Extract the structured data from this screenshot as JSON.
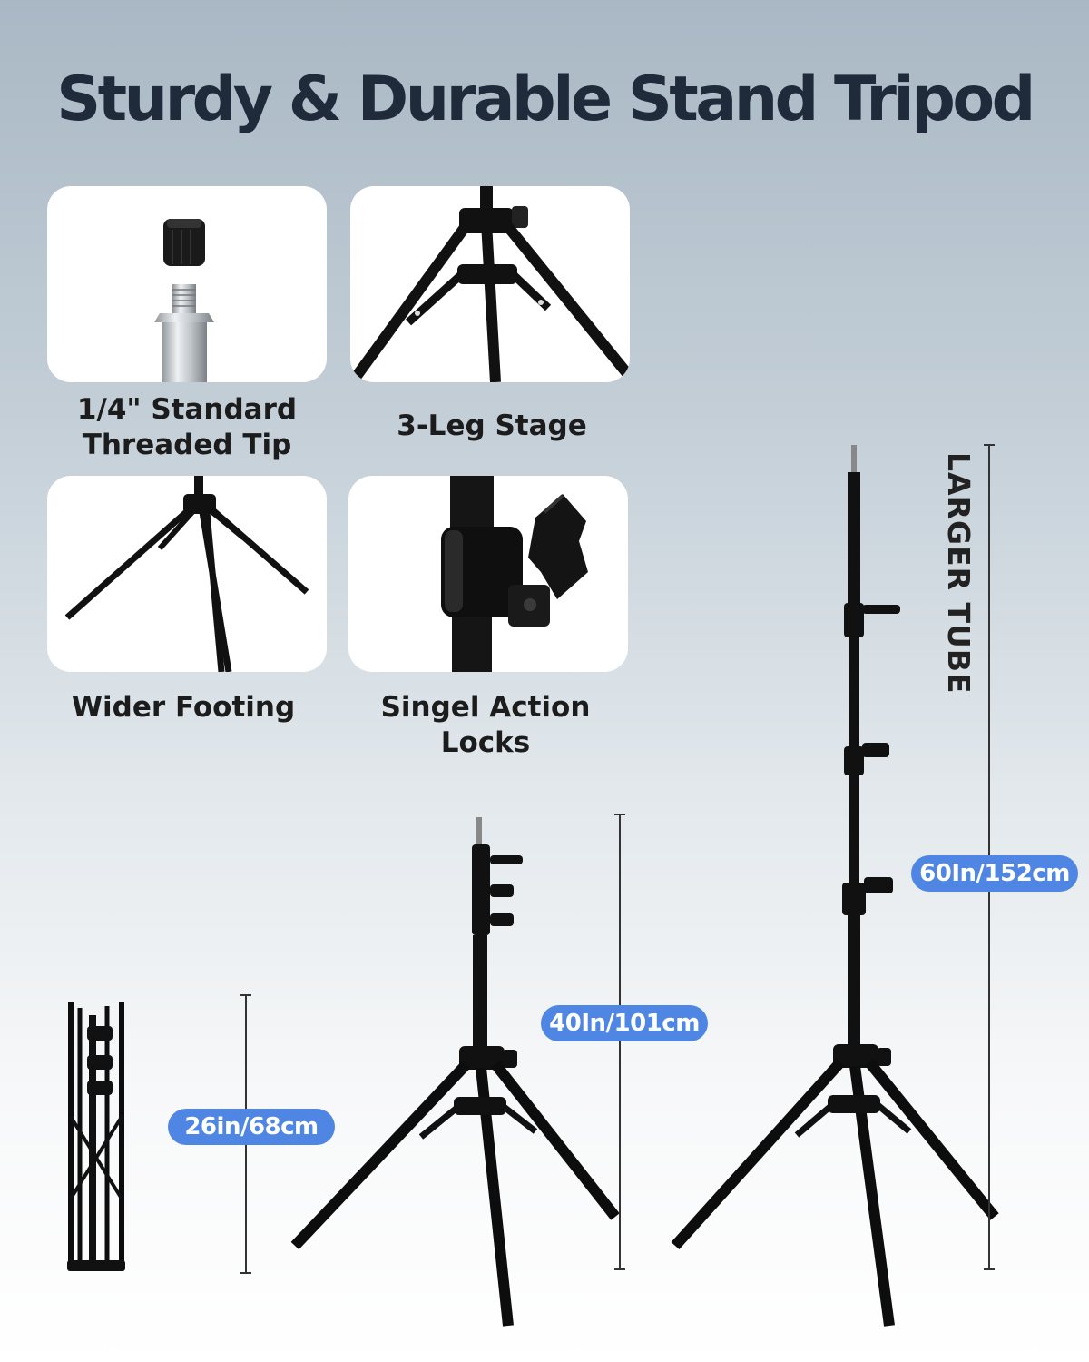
{
  "title": "Sturdy & Durable Stand Tripod",
  "features": [
    {
      "label_line1": "1/4\" Standard",
      "label_line2": "Threaded Tip",
      "icon": "threaded-tip-image"
    },
    {
      "label": "3-Leg Stage",
      "icon": "leg-stage-image"
    },
    {
      "label": "Wider Footing",
      "icon": "wider-footing-image"
    },
    {
      "label": "Singel Action Locks",
      "icon": "action-lock-image"
    }
  ],
  "side_label": "LARGER TUBE",
  "heights": {
    "folded": "26in/68cm",
    "medium": "40In/101cm",
    "full": "60In/152cm"
  },
  "colors": {
    "accent_pill": "#4f86e3",
    "title": "#1f2a3a",
    "background_top": "#a9b8c4",
    "background_bottom": "#ffffff"
  }
}
